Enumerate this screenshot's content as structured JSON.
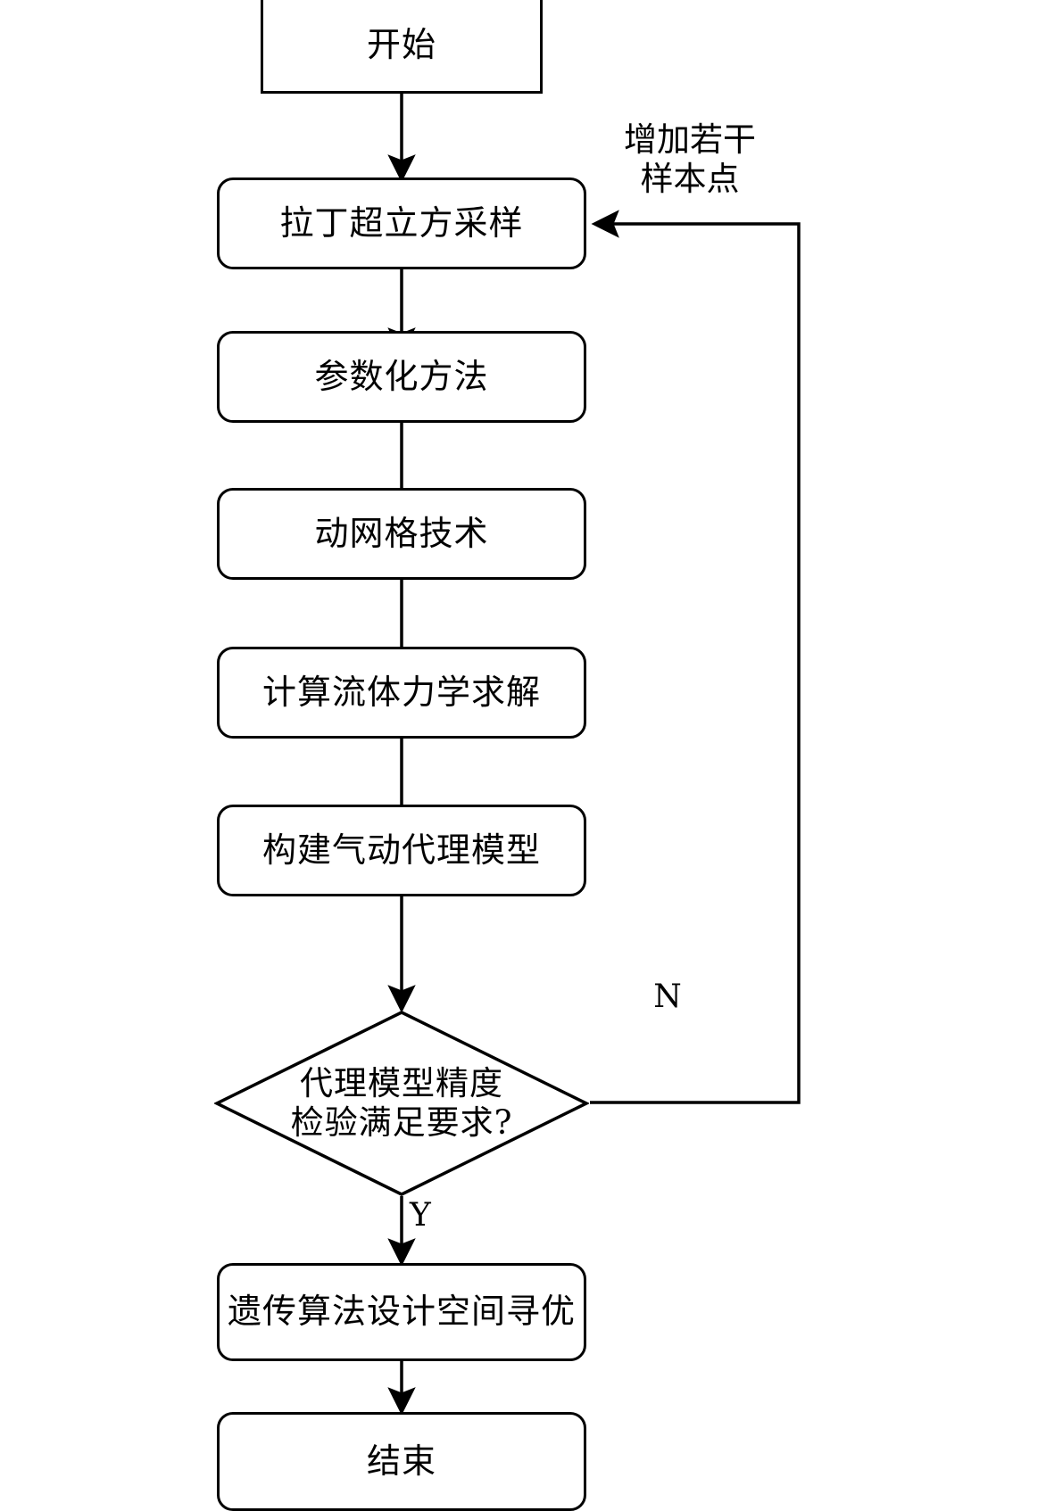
{
  "diagram": {
    "title_text": "",
    "stroke_color": "#000000",
    "fill_color": "#ffffff",
    "nodes": [
      {
        "id": "start",
        "shape": "rectangle",
        "label": "开始"
      },
      {
        "id": "lhs",
        "shape": "rounded-rect",
        "label": "拉丁超立方采样"
      },
      {
        "id": "param",
        "shape": "rounded-rect",
        "label": "参数化方法"
      },
      {
        "id": "mesh",
        "shape": "rounded-rect",
        "label": "动网格技术"
      },
      {
        "id": "cfd",
        "shape": "rounded-rect",
        "label": "计算流体力学求解"
      },
      {
        "id": "surrogate",
        "shape": "rounded-rect",
        "label": "构建气动代理模型"
      },
      {
        "id": "check",
        "shape": "diamond",
        "label_line1": "代理模型精度",
        "label_line2": "检验满足要求?"
      },
      {
        "id": "ga",
        "shape": "rounded-rect",
        "label": "遗传算法设计空间寻优"
      },
      {
        "id": "end",
        "shape": "rounded-rect",
        "label": "结束"
      }
    ],
    "edge_labels": {
      "feedback": "增加若干\n样本点",
      "no_branch": "N",
      "yes_branch": "Y"
    }
  }
}
